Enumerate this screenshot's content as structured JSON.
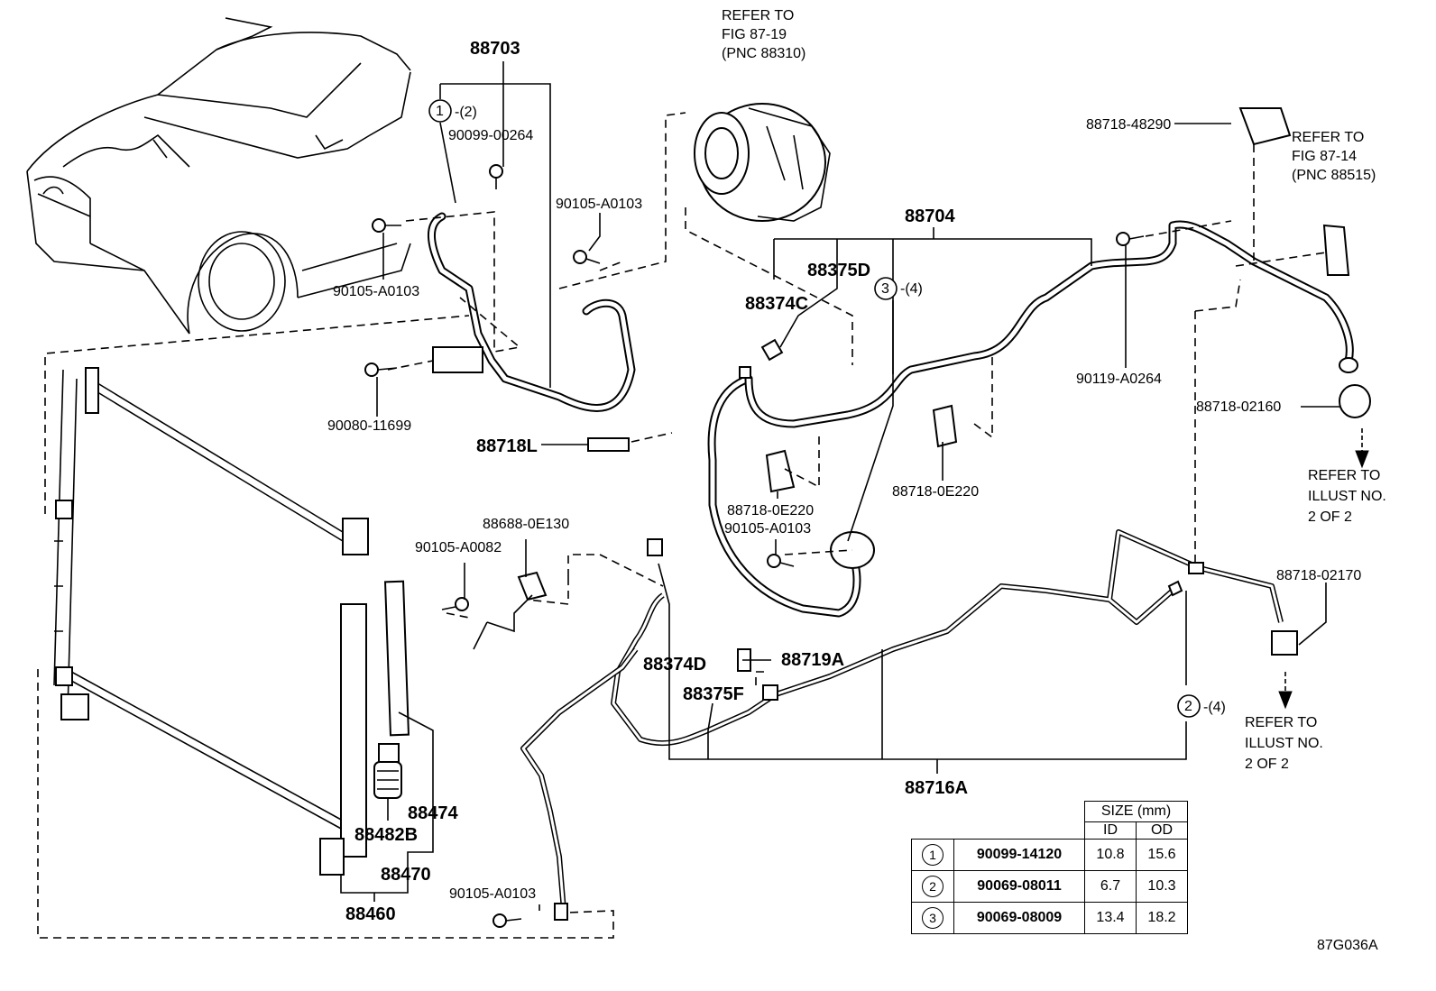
{
  "labels": {
    "p88703": "88703",
    "c1_ref": "-(2)",
    "p90099_00264": "90099-00264",
    "p90105_A0103_a": "90105-A0103",
    "p90105_A0103_b": "90105-A0103",
    "p90080_11699": "90080-11699",
    "p88718L": "88718L",
    "refer_fig_87_19": [
      "REFER TO",
      "FIG 87-19",
      "(PNC 88310)"
    ],
    "p88704": "88704",
    "p88375D": "88375D",
    "p88374C": "88374C",
    "c3_ref": "-(4)",
    "p88718_48290": "88718-48290",
    "refer_fig_87_14": [
      "REFER TO",
      "FIG 87-14",
      "(PNC 88515)"
    ],
    "p90119_A0264": "90119-A0264",
    "p88718_02160": "88718-02160",
    "refer_illust_a": [
      "REFER TO",
      "ILLUST NO.",
      "2 OF 2"
    ],
    "p88718_0E220_a": "88718-0E220",
    "p88718_0E220_b": "88718-0E220",
    "p90105_A0103_c": "90105-A0103",
    "p88688_0E130": "88688-0E130",
    "p90105_A0082": "90105-A0082",
    "p88718_02170": "88718-02170",
    "p88374D": "88374D",
    "p88719A": "88719A",
    "p88375F": "88375F",
    "c2_ref": "-(4)",
    "refer_illust_b": [
      "REFER TO",
      "ILLUST NO.",
      "2 OF 2"
    ],
    "p88716A": "88716A",
    "p88474": "88474",
    "p88482B": "88482B",
    "p88470": "88470",
    "p88460": "88460",
    "p90105_A0103_d": "90105-A0103",
    "circle_1": "1",
    "circle_2": "2",
    "circle_3": "3"
  },
  "size_table": {
    "header": "SIZE (mm)",
    "col_id": "ID",
    "col_od": "OD",
    "rows": [
      {
        "num": "1",
        "part": "90099-14120",
        "id": "10.8",
        "od": "15.6"
      },
      {
        "num": "2",
        "part": "90069-08011",
        "id": "6.7",
        "od": "10.3"
      },
      {
        "num": "3",
        "part": "90069-08009",
        "id": "13.4",
        "od": "18.2"
      }
    ]
  },
  "figure_id": "87G036A"
}
